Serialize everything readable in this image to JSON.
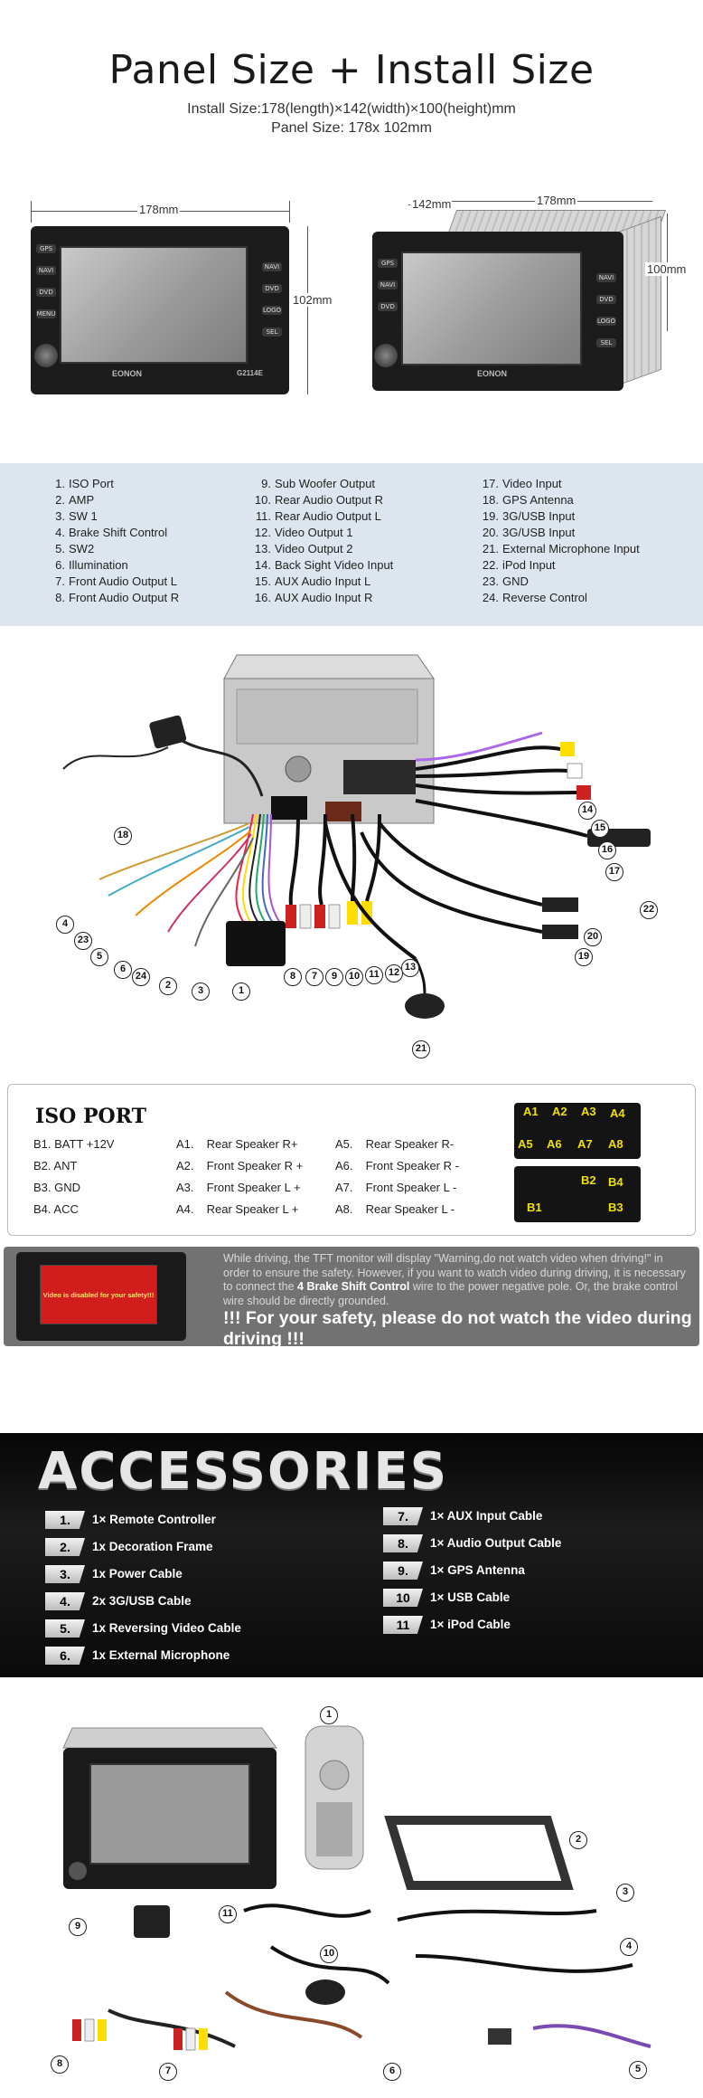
{
  "header": {
    "title": "Panel Size + Install Size",
    "install_size": "Install Size:178(length)×142(width)×100(height)mm",
    "panel_size": "Panel Size: 178x 102mm"
  },
  "dimensions": {
    "front_width": "178mm",
    "front_height": "102mm",
    "side_depth": "142mm",
    "side_width": "178mm",
    "side_height": "100mm"
  },
  "unit_labels": {
    "buttons_left": [
      "GPS",
      "NAVI",
      "DVD",
      "MENU"
    ],
    "buttons_right": [
      "NAVI",
      "DVD",
      "LOGO",
      "SEL"
    ],
    "brand": "EONON",
    "model": "G2114E"
  },
  "ports": {
    "col1": [
      {
        "n": "1.",
        "label": "ISO Port"
      },
      {
        "n": "2.",
        "label": "AMP"
      },
      {
        "n": "3.",
        "label": "SW 1"
      },
      {
        "n": "4.",
        "label": "Brake Shift Control"
      },
      {
        "n": "5.",
        "label": "SW2"
      },
      {
        "n": "6.",
        "label": "Illumination"
      },
      {
        "n": "7.",
        "label": "Front Audio Output L"
      },
      {
        "n": "8.",
        "label": "Front Audio Output R"
      }
    ],
    "col2": [
      {
        "n": "9.",
        "label": "Sub Woofer Output"
      },
      {
        "n": "10.",
        "label": "Rear Audio Output R"
      },
      {
        "n": "11.",
        "label": "Rear Audio Output L"
      },
      {
        "n": "12.",
        "label": "Video Output 1"
      },
      {
        "n": "13.",
        "label": "Video Output 2"
      },
      {
        "n": "14.",
        "label": "Back Sight Video Input"
      },
      {
        "n": "15.",
        "label": "AUX Audio Input L"
      },
      {
        "n": "16.",
        "label": "AUX Audio Input R"
      }
    ],
    "col3": [
      {
        "n": "17.",
        "label": "Video Input"
      },
      {
        "n": "18.",
        "label": "GPS Antenna"
      },
      {
        "n": "19.",
        "label": "3G/USB Input"
      },
      {
        "n": "20.",
        "label": "3G/USB Input"
      },
      {
        "n": "21.",
        "label": "External Microphone Input"
      },
      {
        "n": "22.",
        "label": "iPod Input"
      },
      {
        "n": "23.",
        "label": "GND"
      },
      {
        "n": "24.",
        "label": "Reverse Control"
      }
    ]
  },
  "wiring_callouts": [
    "1",
    "2",
    "3",
    "4",
    "5",
    "6",
    "7",
    "8",
    "9",
    "10",
    "11",
    "12",
    "13",
    "14",
    "15",
    "16",
    "17",
    "18",
    "19",
    "20",
    "21",
    "22",
    "23",
    "24"
  ],
  "iso": {
    "title": "ISO PORT",
    "b_pins": [
      "B1. BATT +12V",
      "B2. ANT",
      "B3. GND",
      "B4. ACC"
    ],
    "a_left": [
      {
        "k": "A1.",
        "v": "Rear Speaker R+"
      },
      {
        "k": "A2.",
        "v": "Front Speaker R +"
      },
      {
        "k": "A3.",
        "v": "Front Speaker L +"
      },
      {
        "k": "A4.",
        "v": "Rear Speaker L +"
      }
    ],
    "a_right": [
      {
        "k": "A5.",
        "v": "Rear Speaker R-"
      },
      {
        "k": "A6.",
        "v": "Front Speaker R -"
      },
      {
        "k": "A7.",
        "v": "Front Speaker L -"
      },
      {
        "k": "A8.",
        "v": "Rear Speaker L -"
      }
    ],
    "connector_top_row1": [
      "A1",
      "A2",
      "A3",
      "A4"
    ],
    "connector_top_row2": [
      "A5",
      "A6",
      "A7",
      "A8"
    ],
    "connector_bottom_row1": [
      "B2",
      "B4"
    ],
    "connector_bottom_row2": [
      "B1",
      "B3"
    ]
  },
  "warning": {
    "screen_msg": "Video is disabled for your safety!!!",
    "text_before": "While driving, the TFT monitor will display \"Warning,do not watch video when driving!\" in order to ensure the safety. However, if you want to watch video during driving, it is necessary to connect the ",
    "text_bold": "4 Brake Shift Control",
    "text_after": " wire to the power negative pole. Or, the brake control wire should be directly grounded.",
    "headline": "!!! For your safety, please do not watch the video during driving !!!"
  },
  "accessories": {
    "title": "ACCESSORIES",
    "left": [
      {
        "n": "1.",
        "label": "1× Remote Controller"
      },
      {
        "n": "2.",
        "label": "1x Decoration Frame"
      },
      {
        "n": "3.",
        "label": "1x Power Cable"
      },
      {
        "n": "4.",
        "label": "2x 3G/USB Cable"
      },
      {
        "n": "5.",
        "label": "1x Reversing Video Cable"
      },
      {
        "n": "6.",
        "label": "1x External Microphone"
      }
    ],
    "right": [
      {
        "n": "7.",
        "label": "1× AUX Input Cable"
      },
      {
        "n": "8.",
        "label": "1× Audio Output  Cable"
      },
      {
        "n": "9.",
        "label": "1× GPS Antenna"
      },
      {
        "n": "10",
        "label": "1× USB Cable"
      },
      {
        "n": "11",
        "label": "1× iPod Cable"
      }
    ]
  },
  "package_callouts": [
    "1",
    "2",
    "3",
    "4",
    "5",
    "6",
    "7",
    "8",
    "9",
    "10",
    "11"
  ],
  "colors": {
    "ports_bg": "#dde6ee",
    "warning_bg": "#727272",
    "accent_yellow": "#f0e000",
    "warning_red": "#d21d1d"
  }
}
